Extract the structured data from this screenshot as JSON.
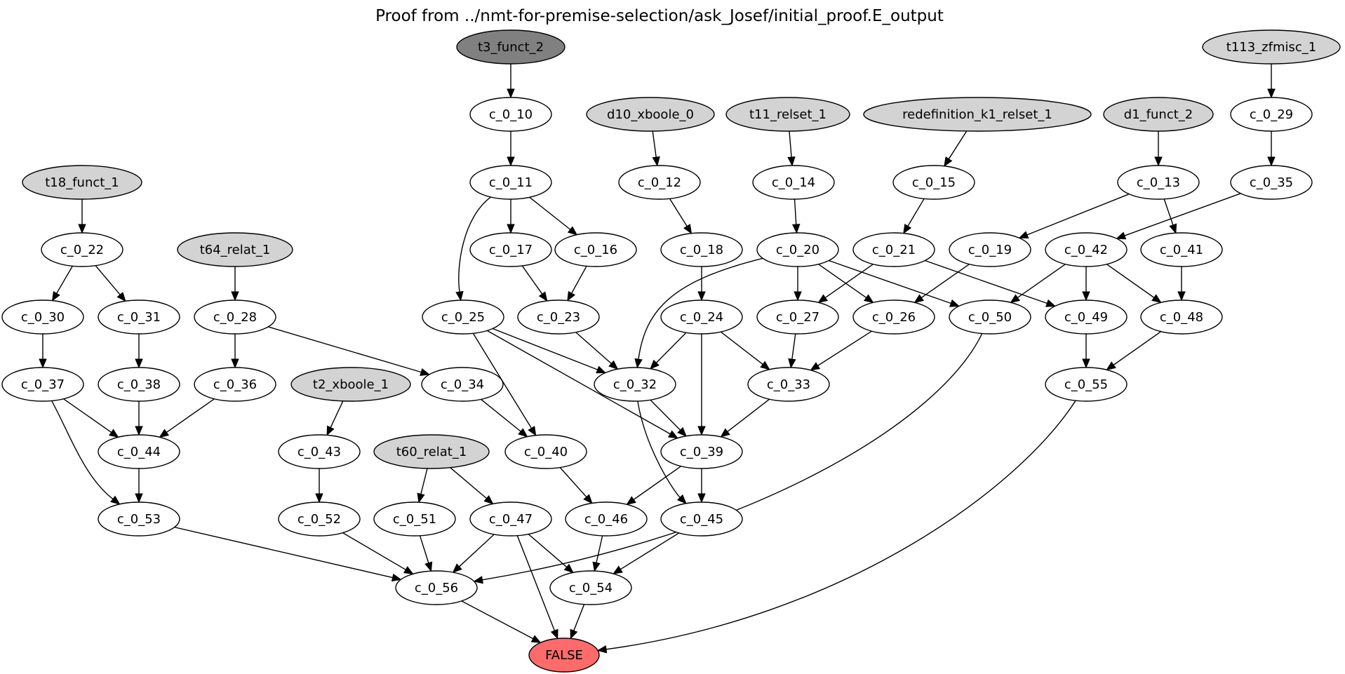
{
  "title": "Proof from ../nmt-for-premise-selection/ask_Josef/initial_proof.E_output",
  "colors": {
    "axiom_fill": "#d3d3d3",
    "conjecture_fill": "#808080",
    "derived_fill": "#ffffff",
    "false_fill": "#ff6b6b",
    "stroke": "#000000"
  },
  "nodes": [
    {
      "id": "t3_funct_2",
      "label": "t3_funct_2",
      "kind": "conjecture"
    },
    {
      "id": "t113_zfmisc_1",
      "label": "t113_zfmisc_1",
      "kind": "axiom"
    },
    {
      "id": "c_0_10",
      "label": "c_0_10",
      "kind": "derived"
    },
    {
      "id": "d10_xboole_0",
      "label": "d10_xboole_0",
      "kind": "axiom"
    },
    {
      "id": "t11_relset_1",
      "label": "t11_relset_1",
      "kind": "axiom"
    },
    {
      "id": "redefinition_k1_relset_1",
      "label": "redefinition_k1_relset_1",
      "kind": "axiom"
    },
    {
      "id": "d1_funct_2",
      "label": "d1_funct_2",
      "kind": "axiom"
    },
    {
      "id": "c_0_29",
      "label": "c_0_29",
      "kind": "derived"
    },
    {
      "id": "t18_funct_1",
      "label": "t18_funct_1",
      "kind": "axiom"
    },
    {
      "id": "c_0_11",
      "label": "c_0_11",
      "kind": "derived"
    },
    {
      "id": "c_0_12",
      "label": "c_0_12",
      "kind": "derived"
    },
    {
      "id": "c_0_14",
      "label": "c_0_14",
      "kind": "derived"
    },
    {
      "id": "c_0_15",
      "label": "c_0_15",
      "kind": "derived"
    },
    {
      "id": "c_0_13",
      "label": "c_0_13",
      "kind": "derived"
    },
    {
      "id": "c_0_35",
      "label": "c_0_35",
      "kind": "derived"
    },
    {
      "id": "c_0_22",
      "label": "c_0_22",
      "kind": "derived"
    },
    {
      "id": "t64_relat_1",
      "label": "t64_relat_1",
      "kind": "axiom"
    },
    {
      "id": "c_0_17",
      "label": "c_0_17",
      "kind": "derived"
    },
    {
      "id": "c_0_16",
      "label": "c_0_16",
      "kind": "derived"
    },
    {
      "id": "c_0_18",
      "label": "c_0_18",
      "kind": "derived"
    },
    {
      "id": "c_0_20",
      "label": "c_0_20",
      "kind": "derived"
    },
    {
      "id": "c_0_21",
      "label": "c_0_21",
      "kind": "derived"
    },
    {
      "id": "c_0_19",
      "label": "c_0_19",
      "kind": "derived"
    },
    {
      "id": "c_0_42",
      "label": "c_0_42",
      "kind": "derived"
    },
    {
      "id": "c_0_41",
      "label": "c_0_41",
      "kind": "derived"
    },
    {
      "id": "c_0_30",
      "label": "c_0_30",
      "kind": "derived"
    },
    {
      "id": "c_0_31",
      "label": "c_0_31",
      "kind": "derived"
    },
    {
      "id": "c_0_28",
      "label": "c_0_28",
      "kind": "derived"
    },
    {
      "id": "c_0_25",
      "label": "c_0_25",
      "kind": "derived"
    },
    {
      "id": "c_0_23",
      "label": "c_0_23",
      "kind": "derived"
    },
    {
      "id": "c_0_24",
      "label": "c_0_24",
      "kind": "derived"
    },
    {
      "id": "c_0_27",
      "label": "c_0_27",
      "kind": "derived"
    },
    {
      "id": "c_0_26",
      "label": "c_0_26",
      "kind": "derived"
    },
    {
      "id": "c_0_50",
      "label": "c_0_50",
      "kind": "derived"
    },
    {
      "id": "c_0_49",
      "label": "c_0_49",
      "kind": "derived"
    },
    {
      "id": "c_0_48",
      "label": "c_0_48",
      "kind": "derived"
    },
    {
      "id": "c_0_37",
      "label": "c_0_37",
      "kind": "derived"
    },
    {
      "id": "c_0_38",
      "label": "c_0_38",
      "kind": "derived"
    },
    {
      "id": "c_0_36",
      "label": "c_0_36",
      "kind": "derived"
    },
    {
      "id": "t2_xboole_1",
      "label": "t2_xboole_1",
      "kind": "axiom"
    },
    {
      "id": "c_0_34",
      "label": "c_0_34",
      "kind": "derived"
    },
    {
      "id": "c_0_32",
      "label": "c_0_32",
      "kind": "derived"
    },
    {
      "id": "c_0_33",
      "label": "c_0_33",
      "kind": "derived"
    },
    {
      "id": "c_0_55",
      "label": "c_0_55",
      "kind": "derived"
    },
    {
      "id": "c_0_44",
      "label": "c_0_44",
      "kind": "derived"
    },
    {
      "id": "c_0_43",
      "label": "c_0_43",
      "kind": "derived"
    },
    {
      "id": "t60_relat_1",
      "label": "t60_relat_1",
      "kind": "axiom"
    },
    {
      "id": "c_0_40",
      "label": "c_0_40",
      "kind": "derived"
    },
    {
      "id": "c_0_39",
      "label": "c_0_39",
      "kind": "derived"
    },
    {
      "id": "c_0_53",
      "label": "c_0_53",
      "kind": "derived"
    },
    {
      "id": "c_0_52",
      "label": "c_0_52",
      "kind": "derived"
    },
    {
      "id": "c_0_51",
      "label": "c_0_51",
      "kind": "derived"
    },
    {
      "id": "c_0_47",
      "label": "c_0_47",
      "kind": "derived"
    },
    {
      "id": "c_0_46",
      "label": "c_0_46",
      "kind": "derived"
    },
    {
      "id": "c_0_45",
      "label": "c_0_45",
      "kind": "derived"
    },
    {
      "id": "c_0_56",
      "label": "c_0_56",
      "kind": "derived"
    },
    {
      "id": "c_0_54",
      "label": "c_0_54",
      "kind": "derived"
    },
    {
      "id": "FALSE",
      "label": "FALSE",
      "kind": "false"
    }
  ],
  "edges": [
    [
      "t3_funct_2",
      "c_0_10"
    ],
    [
      "t113_zfmisc_1",
      "c_0_29"
    ],
    [
      "c_0_10",
      "c_0_11"
    ],
    [
      "d10_xboole_0",
      "c_0_12"
    ],
    [
      "t11_relset_1",
      "c_0_14"
    ],
    [
      "redefinition_k1_relset_1",
      "c_0_15"
    ],
    [
      "d1_funct_2",
      "c_0_13"
    ],
    [
      "c_0_29",
      "c_0_35"
    ],
    [
      "t18_funct_1",
      "c_0_22"
    ],
    [
      "c_0_11",
      "c_0_17"
    ],
    [
      "c_0_11",
      "c_0_16"
    ],
    [
      "c_0_11",
      "c_0_25"
    ],
    [
      "c_0_12",
      "c_0_18"
    ],
    [
      "c_0_14",
      "c_0_20"
    ],
    [
      "c_0_15",
      "c_0_21"
    ],
    [
      "c_0_13",
      "c_0_19"
    ],
    [
      "c_0_13",
      "c_0_41"
    ],
    [
      "c_0_35",
      "c_0_42"
    ],
    [
      "c_0_22",
      "c_0_30"
    ],
    [
      "c_0_22",
      "c_0_31"
    ],
    [
      "t64_relat_1",
      "c_0_28"
    ],
    [
      "c_0_17",
      "c_0_23"
    ],
    [
      "c_0_16",
      "c_0_23"
    ],
    [
      "c_0_18",
      "c_0_24"
    ],
    [
      "c_0_20",
      "c_0_32"
    ],
    [
      "c_0_20",
      "c_0_27"
    ],
    [
      "c_0_20",
      "c_0_26"
    ],
    [
      "c_0_20",
      "c_0_50"
    ],
    [
      "c_0_21",
      "c_0_27"
    ],
    [
      "c_0_21",
      "c_0_49"
    ],
    [
      "c_0_19",
      "c_0_26"
    ],
    [
      "c_0_42",
      "c_0_50"
    ],
    [
      "c_0_42",
      "c_0_49"
    ],
    [
      "c_0_42",
      "c_0_48"
    ],
    [
      "c_0_41",
      "c_0_48"
    ],
    [
      "c_0_30",
      "c_0_37"
    ],
    [
      "c_0_31",
      "c_0_38"
    ],
    [
      "c_0_28",
      "c_0_36"
    ],
    [
      "c_0_28",
      "c_0_34"
    ],
    [
      "c_0_25",
      "c_0_32"
    ],
    [
      "c_0_25",
      "c_0_40"
    ],
    [
      "c_0_25",
      "c_0_39"
    ],
    [
      "c_0_23",
      "c_0_32"
    ],
    [
      "c_0_24",
      "c_0_32"
    ],
    [
      "c_0_24",
      "c_0_33"
    ],
    [
      "c_0_24",
      "c_0_39"
    ],
    [
      "c_0_27",
      "c_0_33"
    ],
    [
      "c_0_26",
      "c_0_33"
    ],
    [
      "c_0_49",
      "c_0_55"
    ],
    [
      "c_0_48",
      "c_0_55"
    ],
    [
      "c_0_37",
      "c_0_44"
    ],
    [
      "c_0_37",
      "c_0_53"
    ],
    [
      "c_0_38",
      "c_0_44"
    ],
    [
      "c_0_36",
      "c_0_44"
    ],
    [
      "t2_xboole_1",
      "c_0_43"
    ],
    [
      "c_0_34",
      "c_0_40"
    ],
    [
      "c_0_32",
      "c_0_39"
    ],
    [
      "c_0_32",
      "c_0_45"
    ],
    [
      "c_0_33",
      "c_0_39"
    ],
    [
      "c_0_44",
      "c_0_53"
    ],
    [
      "c_0_43",
      "c_0_52"
    ],
    [
      "t60_relat_1",
      "c_0_51"
    ],
    [
      "t60_relat_1",
      "c_0_47"
    ],
    [
      "c_0_40",
      "c_0_46"
    ],
    [
      "c_0_39",
      "c_0_46"
    ],
    [
      "c_0_39",
      "c_0_45"
    ],
    [
      "c_0_53",
      "c_0_56"
    ],
    [
      "c_0_52",
      "c_0_56"
    ],
    [
      "c_0_51",
      "c_0_56"
    ],
    [
      "c_0_47",
      "c_0_56"
    ],
    [
      "c_0_47",
      "c_0_54"
    ],
    [
      "c_0_47",
      "FALSE"
    ],
    [
      "c_0_46",
      "c_0_54"
    ],
    [
      "c_0_45",
      "c_0_54"
    ],
    [
      "c_0_50",
      "c_0_56"
    ],
    [
      "c_0_55",
      "FALSE"
    ],
    [
      "c_0_56",
      "FALSE"
    ],
    [
      "c_0_54",
      "FALSE"
    ]
  ]
}
